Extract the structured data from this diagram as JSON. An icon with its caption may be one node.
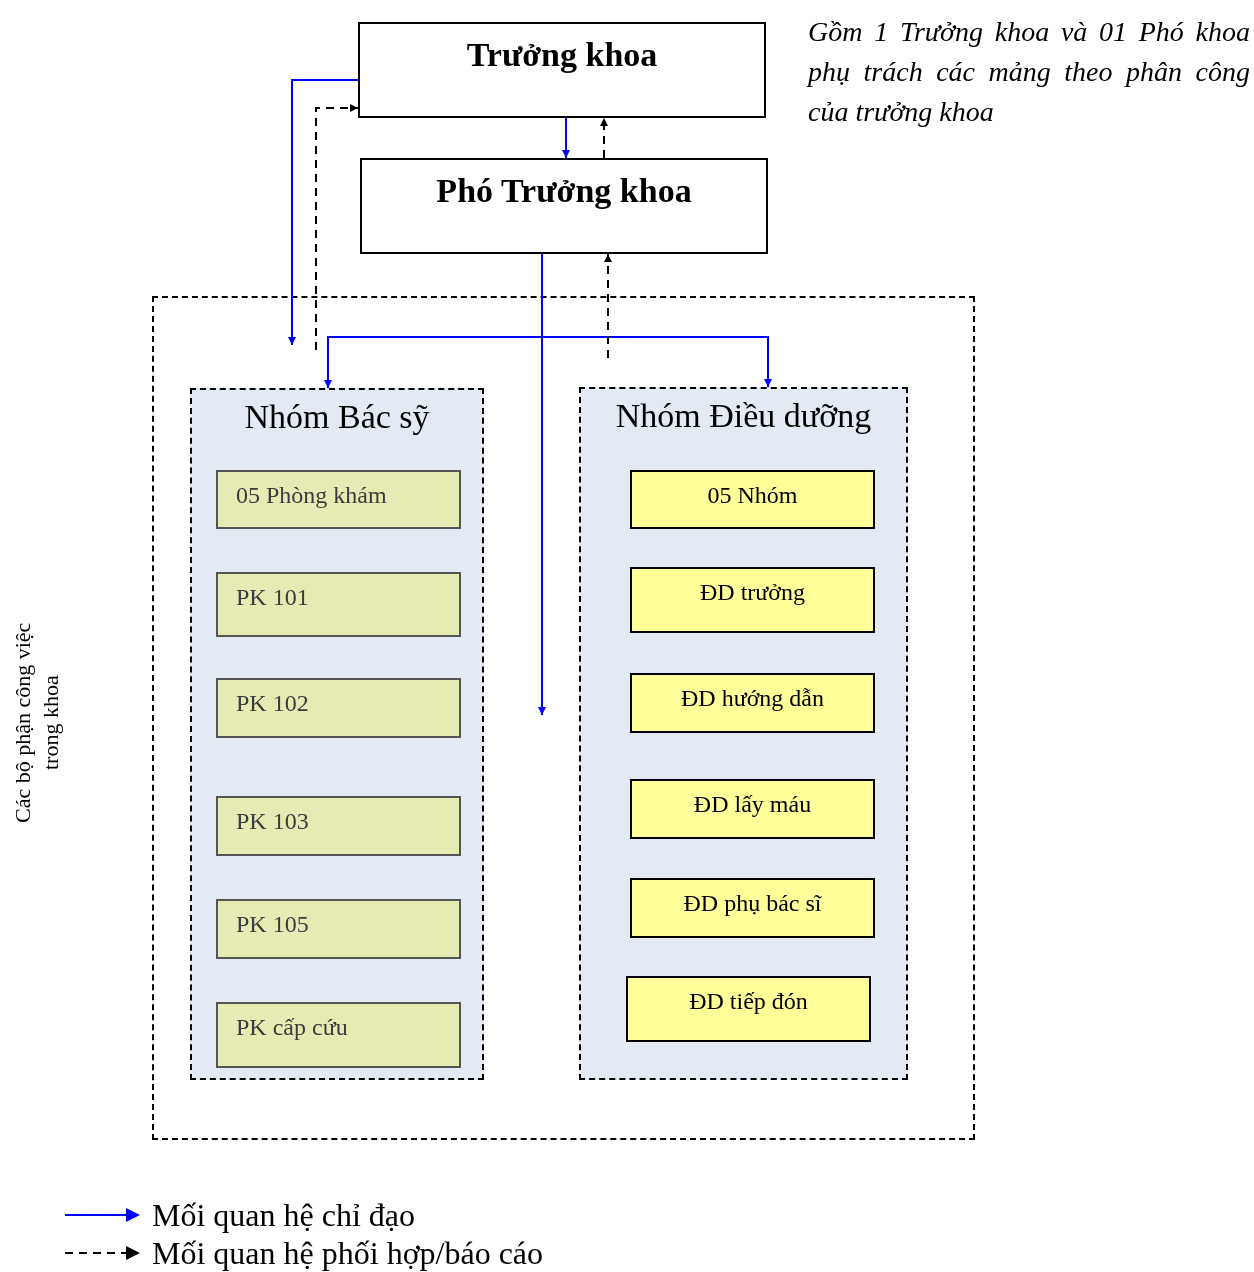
{
  "diagram": {
    "nodes": [
      {
        "text": [
          "Trưởng khoa"
        ]
      },
      {
        "text": [
          "Phó Trưởng khoa"
        ]
      },
      {
        "text": [
          "Các bộ phận công việc trong khoa"
        ]
      },
      {
        "text": [
          "Nhóm Bác sỹ"
        ],
        "in": 2
      },
      {
        "text": [
          "05 Phòng khám"
        ],
        "in": 3
      },
      {
        "text": [
          "PK 101"
        ],
        "in": 3
      },
      {
        "text": [
          "PK 102"
        ],
        "in": 3
      },
      {
        "text": [
          "PK 103"
        ],
        "in": 3
      },
      {
        "text": [
          "PK 105"
        ],
        "in": 3
      },
      {
        "text": [
          "PK cấp cứu"
        ],
        "in": 3
      },
      {
        "text": [
          "Nhóm Điều dưỡng"
        ],
        "in": 2
      },
      {
        "text": [
          "05 Nhóm"
        ],
        "in": 10
      },
      {
        "text": [
          "ĐD trưởng"
        ],
        "in": 10
      },
      {
        "text": [
          "ĐD hướng dẫn"
        ],
        "in": 10
      },
      {
        "text": [
          "ĐD lấy máu"
        ],
        "in": 10
      },
      {
        "text": [
          "ĐD phụ bác sĩ"
        ],
        "in": 10
      },
      {
        "text": [
          "ĐD tiếp đón"
        ],
        "in": 10
      }
    ],
    "edges": [
      {
        "from": 0,
        "to": 1,
        "arrow": "to"
      },
      {
        "from": 1,
        "to": 0,
        "arrow": "to",
        "style": "dashed",
        "color": "#000000"
      },
      {
        "from": 0,
        "to": 2,
        "arrow": "to"
      },
      {
        "from": 2,
        "to": 0,
        "arrow": "to",
        "style": "dashed",
        "color": "#000000"
      },
      {
        "from": 1,
        "to": 3,
        "arrow": "to"
      },
      {
        "from": 1,
        "to": 10,
        "arrow": "to"
      },
      {
        "from": 1,
        "to": null,
        "arrow": "to"
      },
      {
        "from": null,
        "to": 1,
        "arrow": "to",
        "style": "dashed",
        "color": "#000000"
      }
    ],
    "labels": [
      "Gồm 1 Trưởng khoa và 01 Phó khoa phụ trách các mảng theo phân công của trưởng khoa"
    ],
    "legend": [
      {
        "text": "Mối quan hệ chỉ đạo"
      },
      {
        "text": "Mối quan hệ phối hợp/báo cáo"
      }
    ]
  }
}
